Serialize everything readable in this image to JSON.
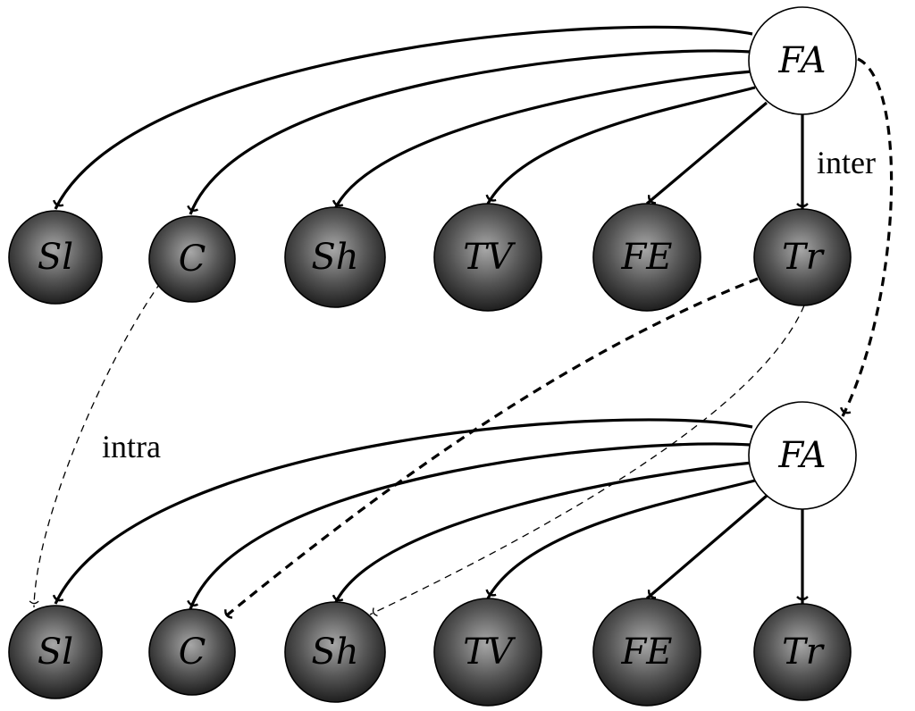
{
  "diagram": {
    "top_row": {
      "hub": "FA",
      "nodes": [
        "Sl",
        "C",
        "Sh",
        "TV",
        "FE",
        "Tr"
      ]
    },
    "bottom_row": {
      "hub": "FA",
      "nodes": [
        "Sl",
        "C",
        "Sh",
        "TV",
        "FE",
        "Tr"
      ]
    },
    "labels": {
      "inter": "inter",
      "intra": "intra"
    },
    "colors": {
      "hub_fill": "#ffffff",
      "node_light": "#9a9a9a",
      "node_dark": "#1e1e1e",
      "stroke": "#000000"
    }
  }
}
